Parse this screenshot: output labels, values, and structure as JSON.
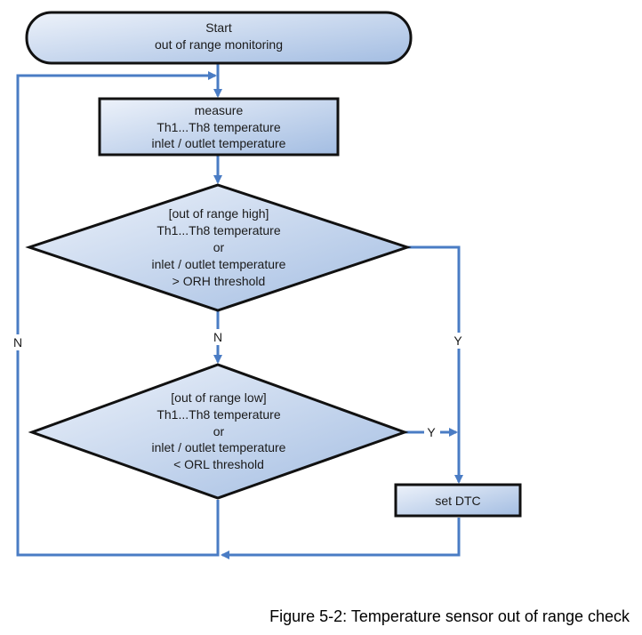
{
  "diagram": {
    "start": {
      "lines": [
        "Start",
        "out of range monitoring"
      ]
    },
    "measure": {
      "lines": [
        "measure",
        "Th1...Th8 temperature",
        "inlet / outlet temperature"
      ]
    },
    "decision_high": {
      "lines": [
        "[out of range high]",
        "Th1...Th8 temperature",
        "or",
        "inlet / outlet temperature",
        "> ORH threshold"
      ]
    },
    "decision_low": {
      "lines": [
        "[out of range low]",
        "Th1...Th8 temperature",
        "or",
        "inlet / outlet temperature",
        "< ORL threshold"
      ]
    },
    "set_dtc": {
      "lines": [
        "set DTC"
      ]
    },
    "edge_labels": {
      "high_no": "N",
      "high_yes": "Y",
      "low_yes": "Y",
      "loop_no": "N"
    },
    "colors": {
      "edge": "#4a7cc4",
      "fill_light": "#e8eef8",
      "fill_dark": "#a6bfe3",
      "outline": "#111111"
    }
  },
  "caption": "Figure 5-2: Temperature sensor out of range check"
}
